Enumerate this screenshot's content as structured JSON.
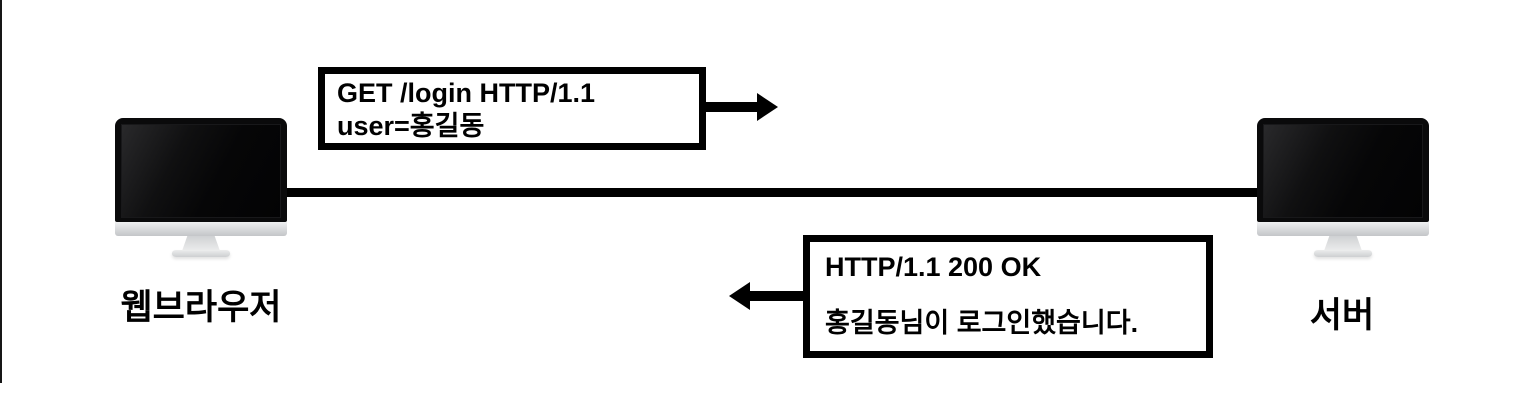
{
  "diagram": {
    "title_context": "HTTP request/response flow diagram",
    "request_box": {
      "line1": "GET /login HTTP/1.1",
      "line2": "user=홍길동"
    },
    "response_box": {
      "line1": "HTTP/1.1 200 OK",
      "line2": "홍길동님이 로그인했습니다."
    },
    "nodes": {
      "client_label": "웹브라우저",
      "server_label": "서버"
    },
    "icons": {
      "client": "imac-monitor-icon",
      "server": "imac-monitor-icon",
      "request_arrow": "arrow-right-icon",
      "response_arrow": "arrow-left-icon"
    },
    "colors": {
      "background": "#ffffff",
      "line": "#000000",
      "box_border": "#000000",
      "text": "#000000",
      "monitor_body": "#0a0a0b",
      "monitor_chin": "#c3c5c8"
    }
  }
}
